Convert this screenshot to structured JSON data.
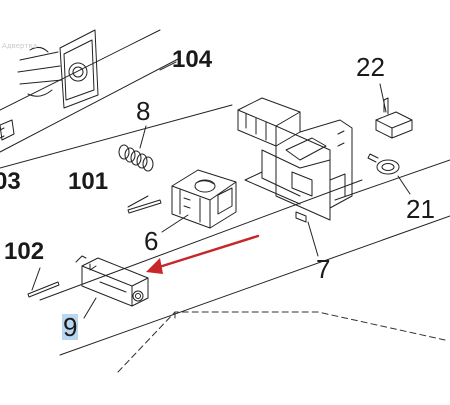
{
  "diagram": {
    "watermark": "Адвертка",
    "part_labels": {
      "p104": "104",
      "p22": "22",
      "p8": "8",
      "p3": "03",
      "p101": "101",
      "p6": "6",
      "p21": "21",
      "p102": "102",
      "p7": "7",
      "p9": "9"
    },
    "arrow_color": "#c8262a",
    "highlight_color": "#b9d7f1"
  }
}
